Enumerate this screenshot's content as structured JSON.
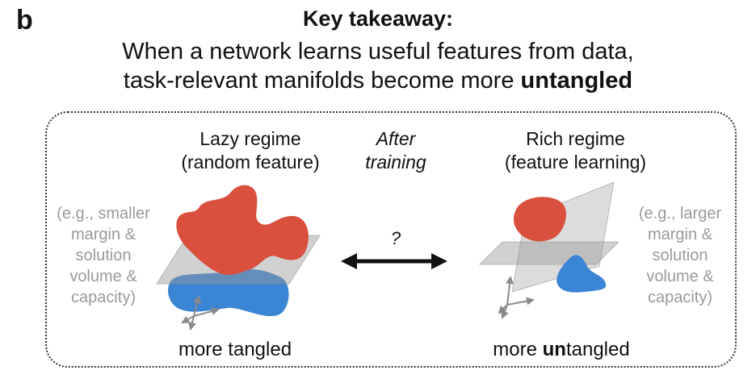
{
  "panel_letter": "b",
  "headline": "Key takeaway:",
  "summary": {
    "line1": "When a network learns useful features from data,",
    "line2_prefix": "task-relevant manifolds become more ",
    "line2_bold": "untangled"
  },
  "lazy": {
    "title_line1": "Lazy regime",
    "title_line2": "(random feature)",
    "caption": "more tangled",
    "aside": [
      "(e.g., smaller",
      "margin &",
      "solution",
      "volume &",
      "capacity)"
    ]
  },
  "rich": {
    "title_line1": "Rich regime",
    "title_line2": "(feature learning)",
    "caption_prefix": "more ",
    "caption_bold": "un",
    "caption_suffix": "tangled",
    "aside": [
      "(e.g., larger",
      "margin &",
      "solution",
      "volume &",
      "capacity)"
    ]
  },
  "middle": {
    "after_line1": "After",
    "after_line2": "training",
    "arrow_label": "?"
  },
  "colors": {
    "red_manifold": "#d9503f",
    "blue_manifold": "#3a86d4",
    "plane": "#9a9a9a",
    "aside_text": "#9a9a9a"
  }
}
